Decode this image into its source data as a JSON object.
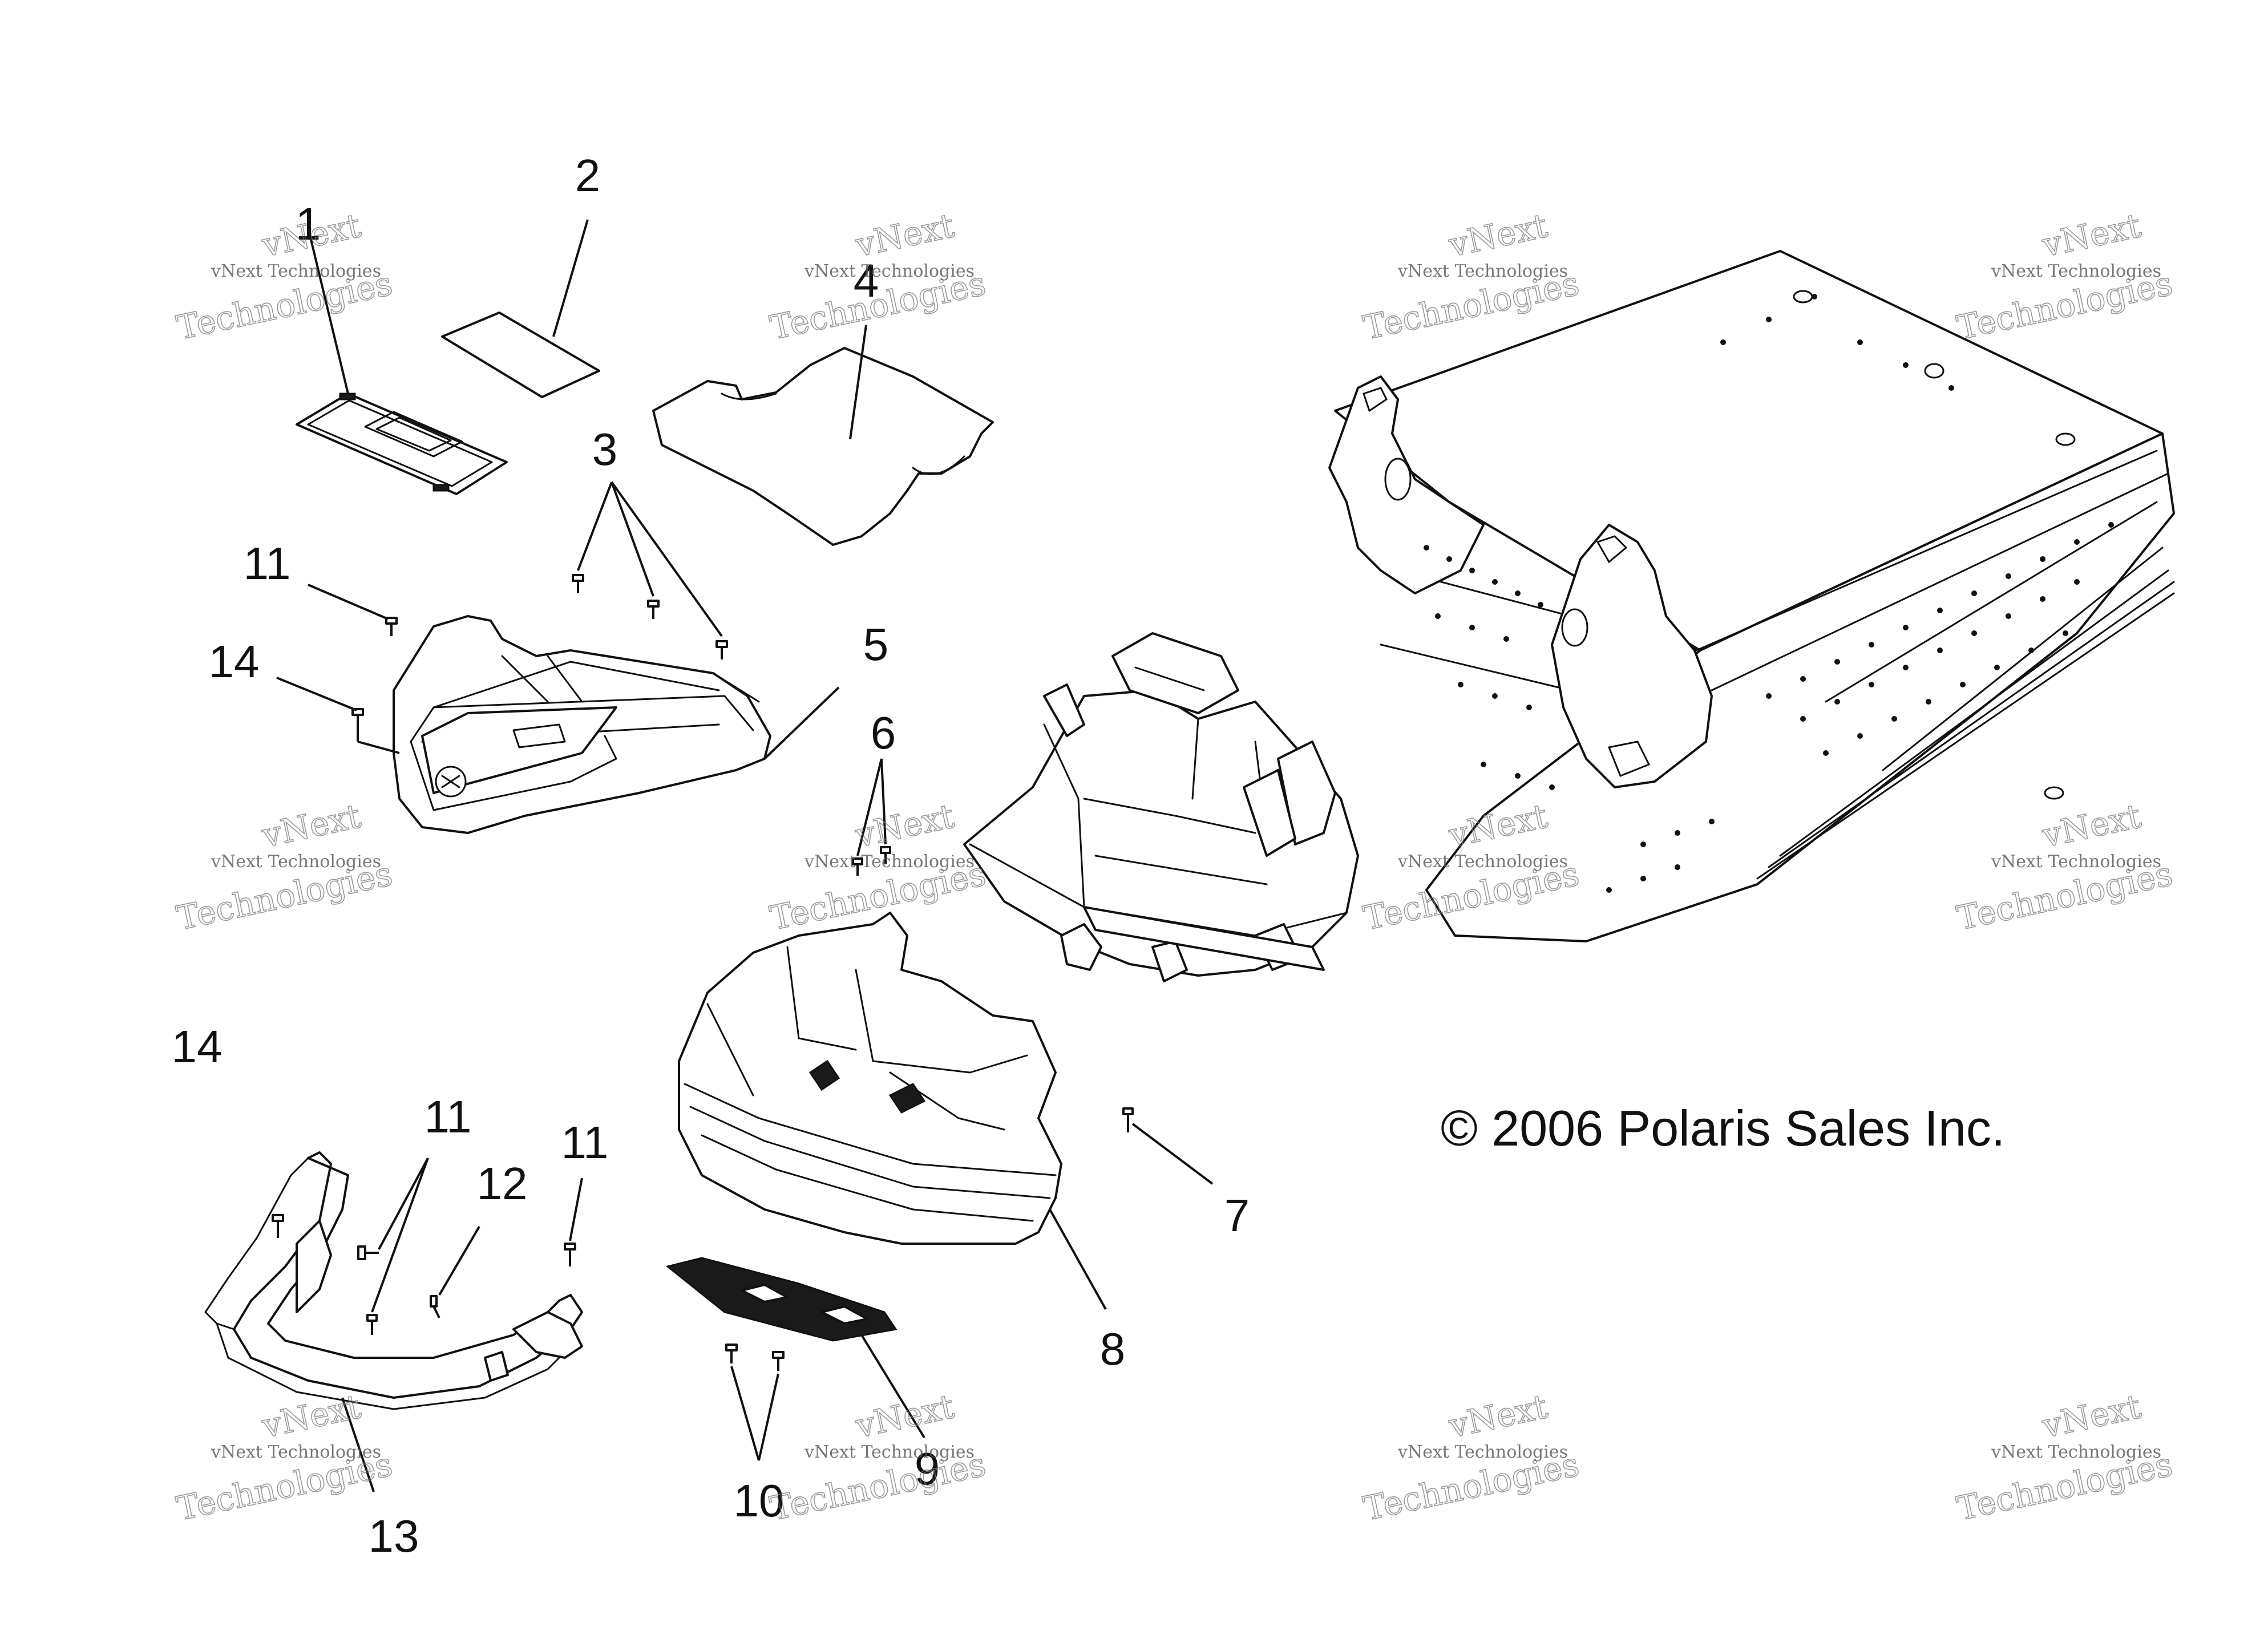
{
  "copyright": "© 2006 Polaris Sales Inc.",
  "watermark": {
    "small": "vNext Technologies",
    "large_top": "vNext",
    "large_bottom": "Technologies"
  },
  "callouts": {
    "c1": "1",
    "c2": "2",
    "c3": "3",
    "c4": "4",
    "c5": "5",
    "c6": "6",
    "c7": "7",
    "c8": "8",
    "c9": "9",
    "c10": "10",
    "c11a": "11",
    "c11b": "11",
    "c11c": "11",
    "c12": "12",
    "c13": "13",
    "c14a": "14",
    "c14b": "14"
  }
}
